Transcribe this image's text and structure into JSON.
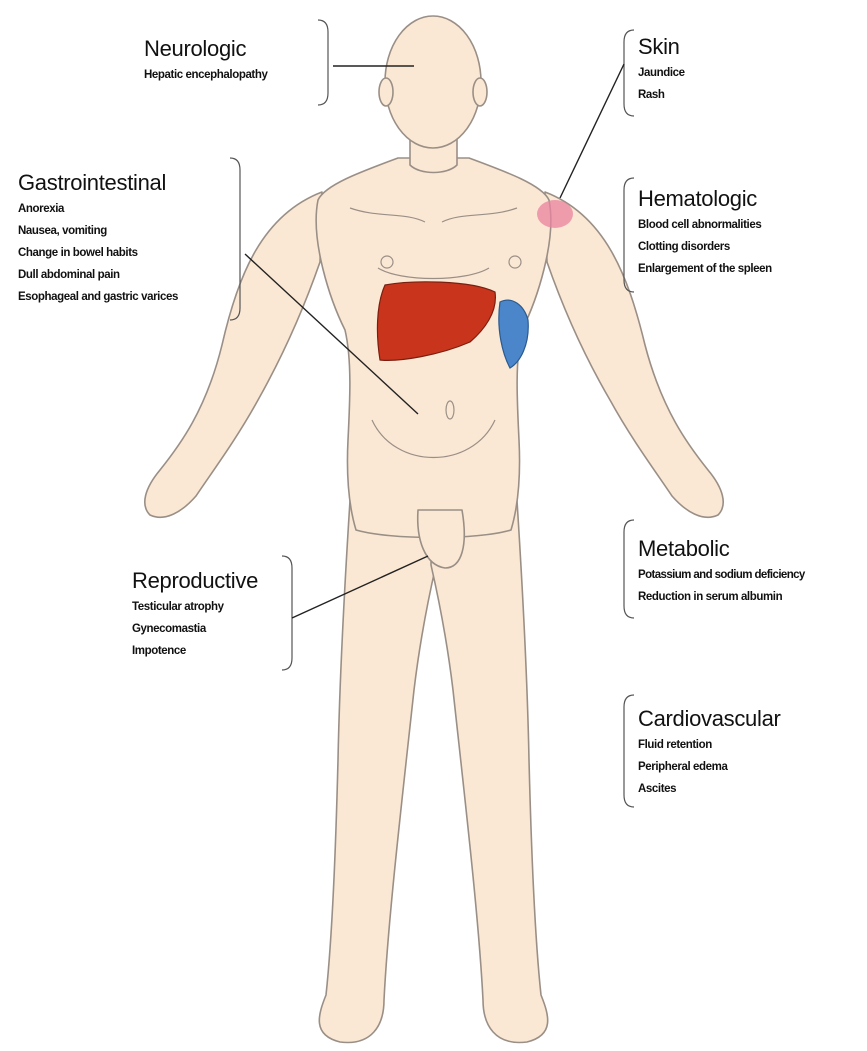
{
  "colors": {
    "skin_fill": "#fbe8d4",
    "outline": "#9a8f86",
    "liver": "#c8351c",
    "spleen": "#4a86c9",
    "rash": "#e9839f",
    "lines": "#222222"
  },
  "groups": {
    "neurologic": {
      "heading": "Neurologic",
      "items": [
        "Hepatic encephalopathy"
      ]
    },
    "skin": {
      "heading": "Skin",
      "items": [
        "Jaundice",
        "Rash"
      ]
    },
    "gastrointestinal": {
      "heading": "Gastrointestinal",
      "items": [
        "Anorexia",
        "Nausea, vomiting",
        "Change in bowel habits",
        "Dull abdominal pain",
        "Esophageal and gastric varices"
      ]
    },
    "hematologic": {
      "heading": "Hematologic",
      "items": [
        "Blood cell abnormalities",
        "Clotting disorders",
        "Enlargement of the spleen"
      ]
    },
    "metabolic": {
      "heading": "Metabolic",
      "items": [
        "Potassium and sodium deficiency",
        "Reduction in serum albumin"
      ]
    },
    "reproductive": {
      "heading": "Reproductive",
      "items": [
        "Testicular atrophy",
        "Gynecomastia",
        "Impotence"
      ]
    },
    "cardiovascular": {
      "heading": "Cardiovascular",
      "items": [
        "Fluid retention",
        "Peripheral edema",
        "Ascites"
      ]
    }
  }
}
